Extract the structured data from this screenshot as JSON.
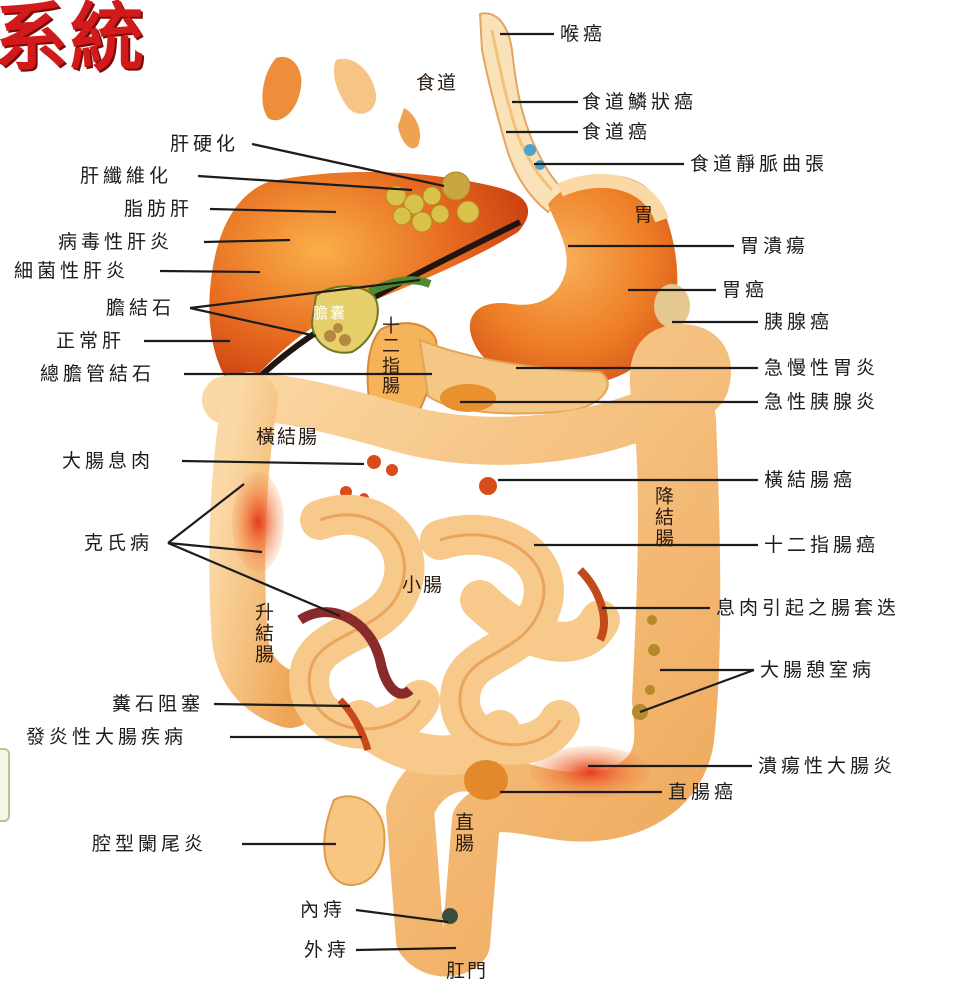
{
  "title": "系統",
  "organ_labels": {
    "esophagus": "食道",
    "stomach": "胃",
    "gallbladder": "膽囊",
    "duodenum": "十二指腸",
    "transverse_colon": "橫結腸",
    "descending_colon": "降結腸",
    "small_intestine": "小腸",
    "ascending_colon": "升結腸",
    "rectum": "直腸",
    "anus": "肛門"
  },
  "left_labels": {
    "cirrhosis": "肝硬化",
    "liver_fibrosis": "肝纖維化",
    "fatty_liver": "脂肪肝",
    "viral_hepatitis": "病毒性肝炎",
    "bacterial_hepatitis": "細菌性肝炎",
    "gallstones": "膽結石",
    "normal_liver": "正常肝",
    "bile_duct_stones": "總膽管結石",
    "colon_polyp": "大腸息肉",
    "crohns": "克氏病",
    "fecal_impaction": "糞石阻塞",
    "ibd": "發炎性大腸疾病",
    "appendicitis": "腔型闌尾炎",
    "internal_hemorrhoids": "內痔",
    "external_hemorrhoids": "外痔"
  },
  "right_labels": {
    "throat_cancer": "喉癌",
    "esophageal_squamous": "食道鱗狀癌",
    "esophageal_cancer": "食道癌",
    "esophageal_varices": "食道靜脈曲張",
    "gastric_ulcer": "胃潰瘍",
    "gastric_cancer": "胃癌",
    "pancreatic_cancer": "胰腺癌",
    "gastritis": "急慢性胃炎",
    "pancreatitis": "急性胰腺炎",
    "transverse_colon_cancer": "橫結腸癌",
    "duodenal_cancer": "十二指腸癌",
    "intussusception": "息肉引起之腸套迭",
    "diverticulosis": "大腸憩室病",
    "ulcerative_colitis": "潰瘍性大腸炎",
    "rectal_cancer": "直腸癌"
  },
  "colors": {
    "title_red": "#d21a1a",
    "liver": "#e4571a",
    "intestine": "#f2b56b",
    "stomach": "#ef8a2a",
    "leader_line": "#1c1c1c"
  }
}
